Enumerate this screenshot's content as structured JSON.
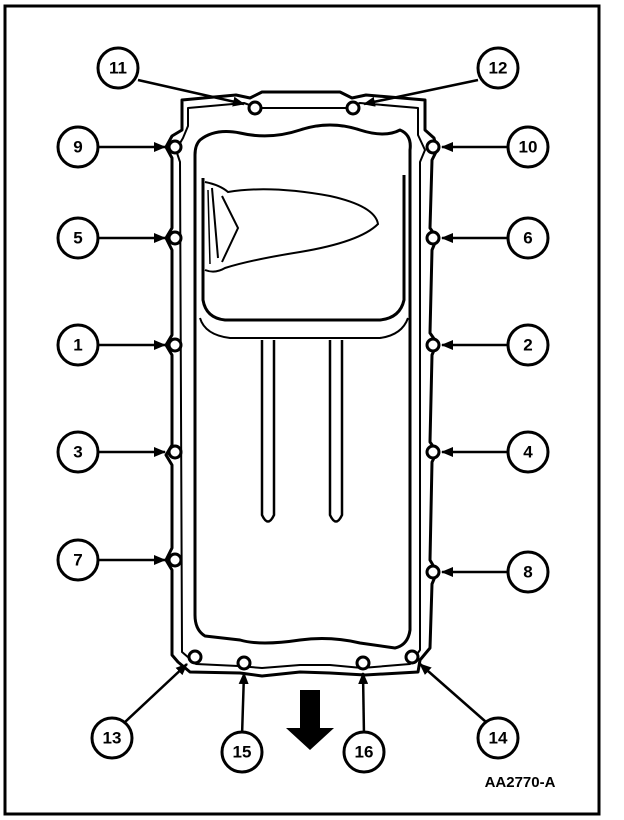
{
  "figure_id": "AA2770-A",
  "colors": {
    "ink": "#000000",
    "paper": "#ffffff"
  },
  "icons": {
    "direction": "front-direction-arrow-icon",
    "fastener": "bolt-icon"
  },
  "callouts": [
    {
      "number": "1"
    },
    {
      "number": "2"
    },
    {
      "number": "3"
    },
    {
      "number": "4"
    },
    {
      "number": "5"
    },
    {
      "number": "6"
    },
    {
      "number": "7"
    },
    {
      "number": "8"
    },
    {
      "number": "9"
    },
    {
      "number": "10"
    },
    {
      "number": "11"
    },
    {
      "number": "12"
    },
    {
      "number": "13"
    },
    {
      "number": "14"
    },
    {
      "number": "15"
    },
    {
      "number": "16"
    }
  ]
}
